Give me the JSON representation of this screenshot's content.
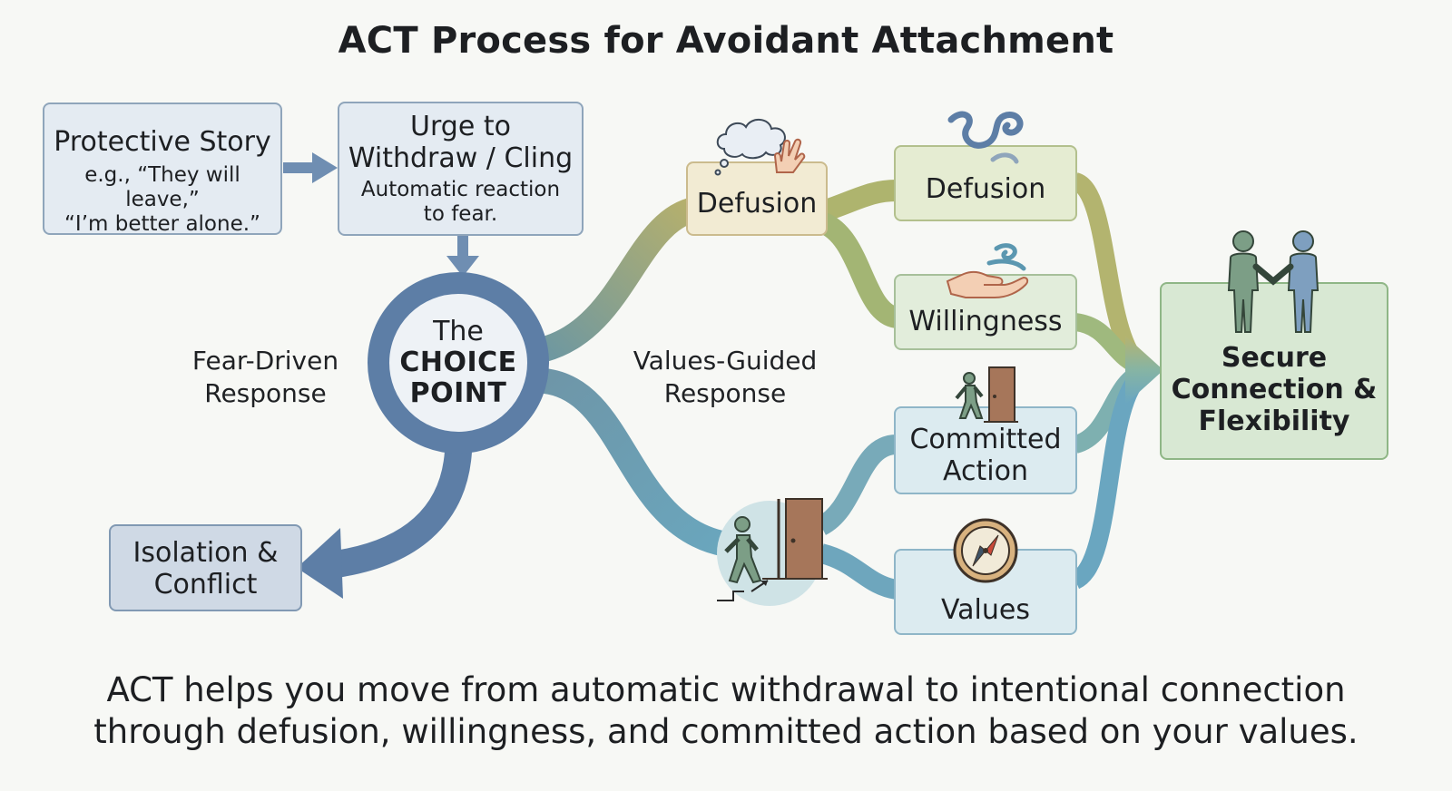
{
  "title": "ACT Process for Avoidant Attachment",
  "protective_story": {
    "title": "Protective Story",
    "example_line1": "e.g., “They will leave,”",
    "example_line2": "“I’m better alone.”"
  },
  "urge": {
    "title_line1": "Urge to",
    "title_line2": "Withdraw / Cling",
    "desc_line1": "Automatic reaction",
    "desc_line2": "to fear."
  },
  "choice_point": {
    "line1": "The",
    "line2": "CHOICE",
    "line3": "POINT"
  },
  "fear_driven": {
    "line1": "Fear-Driven",
    "line2": "Response"
  },
  "values_guided": {
    "line1": "Values-Guided",
    "line2": "Response"
  },
  "isolation": {
    "line1": "Isolation &",
    "line2": "Conflict"
  },
  "defusion_hub": "Defusion",
  "processes": {
    "defusion": "Defusion",
    "willingness": "Willingness",
    "committed_line1": "Committed",
    "committed_line2": "Action",
    "values": "Values"
  },
  "outcome": {
    "line1": "Secure",
    "line2": "Connection &",
    "line3": "Flexibility"
  },
  "footer": {
    "line1": "ACT helps you move from automatic withdrawal to intentional connection",
    "line2": "through defusion, willingness, and committed action based on your values."
  },
  "icons": [
    "thought-cloud-icon",
    "stop-hand-icon",
    "swirl-icon",
    "open-hand-icon",
    "walking-person-icon",
    "door-icon",
    "compass-icon",
    "two-people-icon",
    "arrow-icon"
  ],
  "colors": {
    "fear_path": "#5d7ea6",
    "values_path_upper": "#b1b572",
    "values_path_lower": "#6f9fb4",
    "outcome": "#8fb686"
  }
}
